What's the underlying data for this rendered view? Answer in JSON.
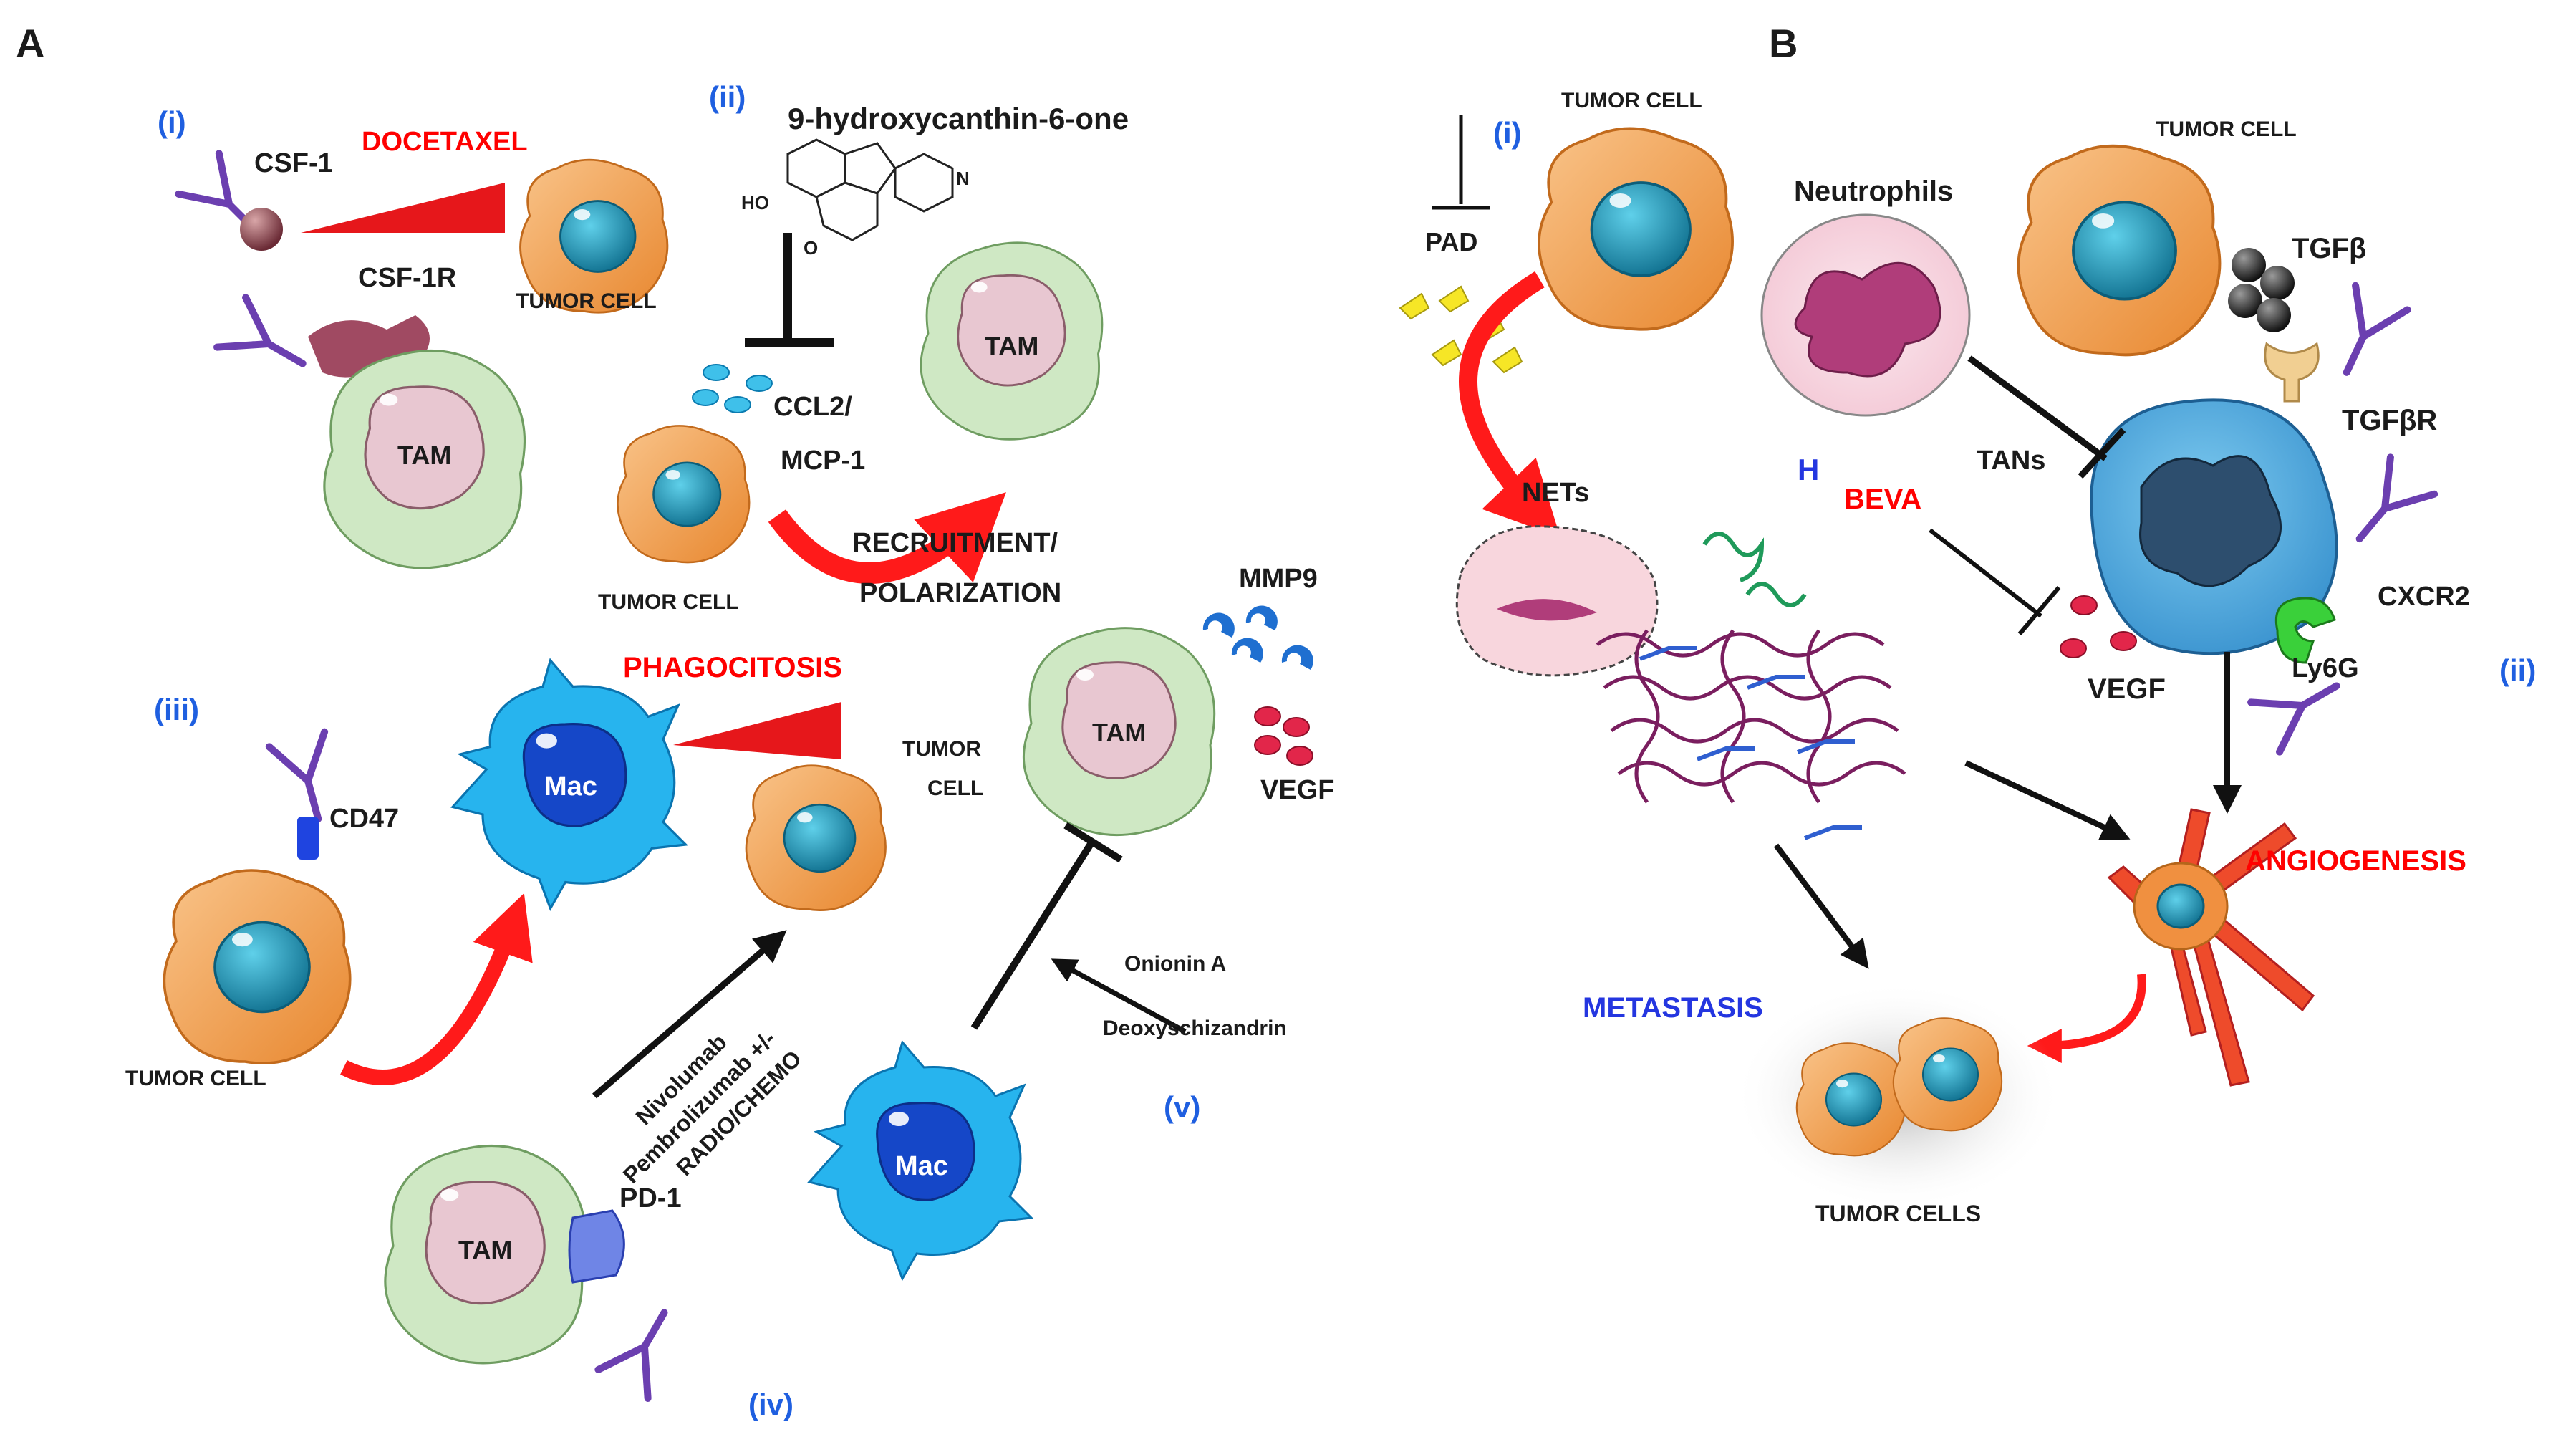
{
  "panels": {
    "a": {
      "letter": "A",
      "roman": {
        "i": "(i)",
        "ii": "(ii)",
        "iii": "(iii)",
        "iv": "(iv)",
        "v": "(v)"
      },
      "labels": {
        "csf1": "CSF-1",
        "docetaxel": "DOCETAXEL",
        "csf1r": "CSF-1R",
        "tumor_cell": "TUMOR CELL",
        "compound": "9-hydroxycanthin-6-one",
        "ccl2": "CCL2/",
        "mcp1": "MCP-1",
        "recruitment": "RECRUITMENT/",
        "polarization": "POLARIZATION",
        "phagocitosis": "PHAGOCITOSIS",
        "cd47": "CD47",
        "tumor": "TUMOR",
        "cell": "CELL",
        "mmp9": "MMP9",
        "vegf": "VEGF",
        "onionin": "Onionin A",
        "deoxy": "Deoxyschizandrin",
        "drugs_line1": "Nivolumab",
        "drugs_line2": "Pembrolizumab +/-",
        "drugs_line3": "RADIO/CHEMO",
        "pd1": "PD-1",
        "tam": "TAM",
        "mac": "Mac",
        "ho": "HO",
        "n": "N",
        "o": "O"
      }
    },
    "b": {
      "letter": "B",
      "roman": {
        "i": "(i)",
        "ii": "(ii)"
      },
      "labels": {
        "tumor_cell": "TUMOR CELL",
        "pad": "PAD",
        "neutrophils": "Neutrophils",
        "tgfb": "TGFβ",
        "tgfbr": "TGFβR",
        "tans": "TANs",
        "h": "H",
        "beva": "BEVA",
        "nets": "NETs",
        "vegf": "VEGF",
        "cxcr2": "CXCR2",
        "ly6g": "Ly6G",
        "angiogenesis": "ANGIOGENESIS",
        "metastasis": "METASTASIS",
        "tumor_cells": "TUMOR CELLS"
      }
    }
  },
  "colors": {
    "red_label": "#ff0000",
    "blue_label": "#2436e0",
    "tumor_body": "#f4a253",
    "tumor_nucleus": "#1a8fb0",
    "tam_body": "#c9e4bd",
    "tam_nucleus": "#e8c4cf",
    "mac_body": "#27b4ee",
    "mac_nucleus": "#1547c8",
    "antibody": "#6b3fb0",
    "receptor": "#a04a62"
  }
}
